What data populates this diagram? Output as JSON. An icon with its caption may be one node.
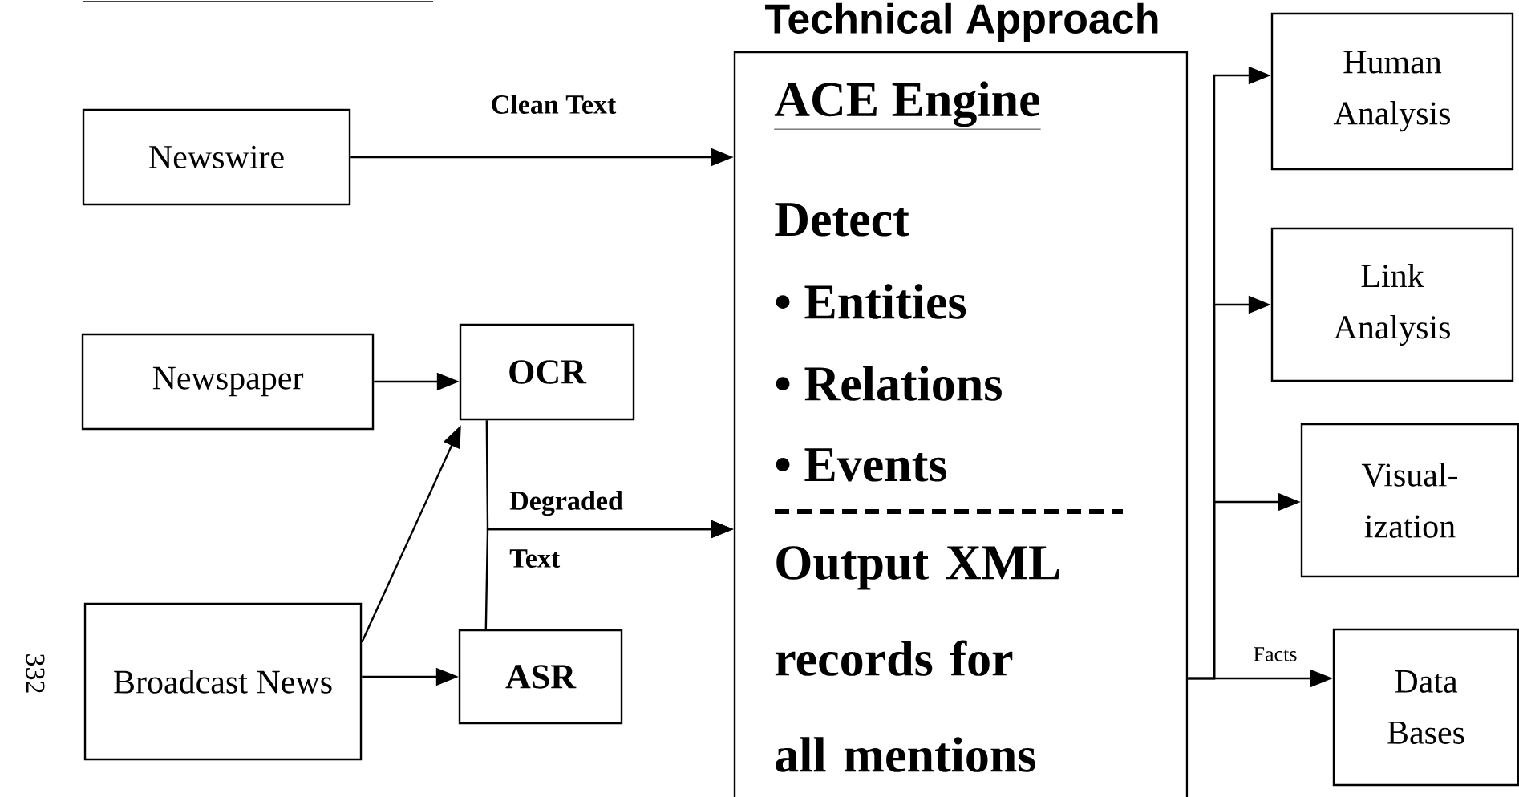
{
  "diagram": {
    "title": "Technical Approach",
    "nodes": [
      {
        "text": [
          "Newswire"
        ]
      },
      {
        "text": [
          "Newspaper"
        ]
      },
      {
        "text": [
          "OCR"
        ]
      },
      {
        "text": [
          "Broadcast News"
        ]
      },
      {
        "text": [
          "ASR"
        ]
      },
      {
        "text": [
          "ACE Engine",
          "Detect",
          "• Entities",
          "• Relations",
          "• Events",
          "Output XML records for all mentions"
        ]
      },
      {
        "text": [
          "Human Analysis"
        ]
      },
      {
        "text": [
          "Link Analysis"
        ]
      },
      {
        "text": [
          "Visual- ization"
        ]
      },
      {
        "text": [
          "Data Bases"
        ]
      }
    ],
    "edges": [
      {
        "from": 0,
        "to": 5,
        "arrow": "to",
        "label": "Clean Text"
      },
      {
        "from": 1,
        "to": 2,
        "arrow": "to"
      },
      {
        "from": 3,
        "to": 2,
        "arrow": "to"
      },
      {
        "from": 3,
        "to": 4,
        "arrow": "to"
      },
      {
        "from": 2,
        "to": 5,
        "arrow": "to",
        "label": "Degraded Text"
      },
      {
        "from": 4,
        "to": 5,
        "arrow": "to"
      },
      {
        "from": 5,
        "to": 6,
        "arrow": "to"
      },
      {
        "from": 5,
        "to": 7,
        "arrow": "to"
      },
      {
        "from": 5,
        "to": 8,
        "arrow": "to"
      },
      {
        "from": 5,
        "to": 9,
        "arrow": "to",
        "label": "Facts"
      }
    ],
    "labels": [
      "332"
    ]
  }
}
